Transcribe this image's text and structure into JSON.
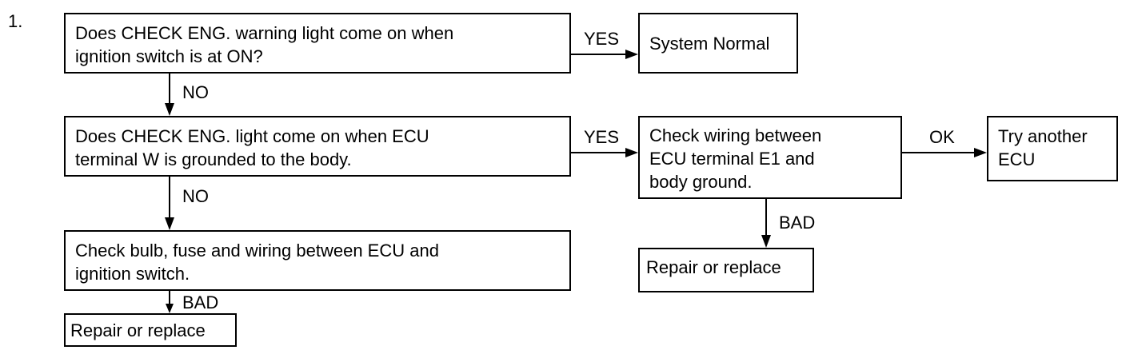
{
  "step_number": "1.",
  "boxes": {
    "q1": "Does CHECK ENG. warning light come on when\nignition switch is at ON?",
    "system_normal": "System Normal",
    "q2": "Does CHECK ENG. light come on when ECU\nterminal W is grounded to the body.",
    "check_wiring": "Check wiring between\nECU terminal E1 and\nbody ground.",
    "try_ecu": "Try another\nECU",
    "check_bulb": "Check bulb, fuse and wiring between ECU and\nignition switch.",
    "repair_left": "Repair or replace",
    "repair_right": "Repair or replace"
  },
  "edges": {
    "q1_yes": "YES",
    "q1_no": "NO",
    "q2_yes": "YES",
    "q2_no": "NO",
    "check_wiring_ok": "OK",
    "check_wiring_bad": "BAD",
    "check_bulb_bad": "BAD"
  }
}
